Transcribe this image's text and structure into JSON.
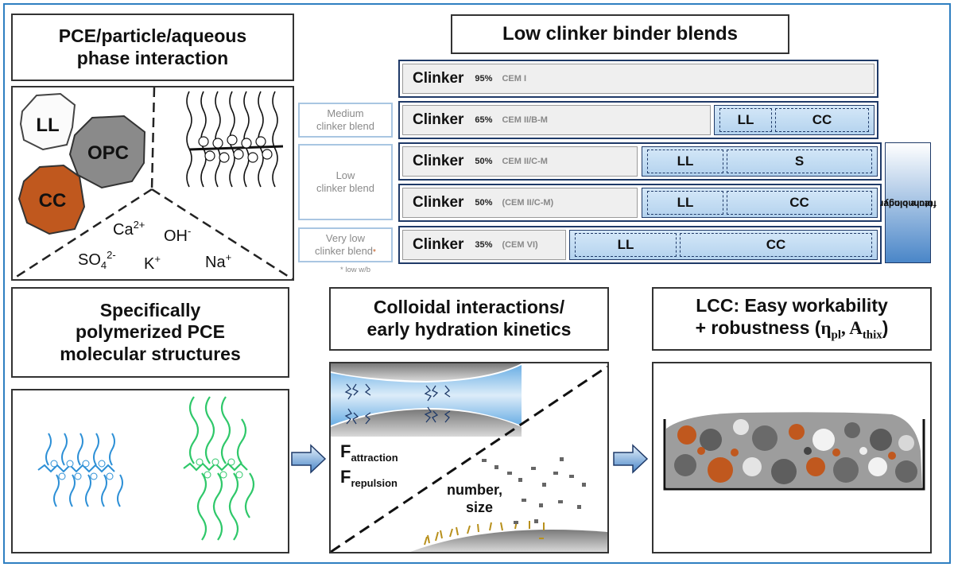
{
  "colors": {
    "frame": "#2f7fc1",
    "clinker_fill": "#efefef",
    "additive_fill": "#b3d2ee",
    "border_dark": "#1f3a68",
    "label_border": "#a9c6e2",
    "cc_orange": "#c0581e",
    "pce_blue": "#2c8fd6",
    "pce_green": "#2fc86a"
  },
  "titles": {
    "pce_line1": "PCE/particle/aqueous",
    "pce_line2": "phase interaction",
    "binder": "Low clinker binder blends",
    "polymer_line1": "Specifically",
    "polymer_line2": "polymerized PCE",
    "polymer_line3": "molecular structures",
    "colloid_line1": "Colloidal interactions/",
    "colloid_line2": "early hydration kinetics",
    "lcc_line1": "LCC: Easy workability",
    "lcc_line2_prefix": "+ robustness (",
    "lcc_eta": "η",
    "lcc_eta_sub": "pl",
    "lcc_sep": ", A",
    "lcc_a_sub": "thix",
    "lcc_close": ")"
  },
  "particles": {
    "ll": "LL",
    "opc": "OPC",
    "cc": "CC"
  },
  "ions": {
    "ca": "Ca",
    "ca_sup": "2+",
    "oh": "OH",
    "oh_sup": "-",
    "so": "SO",
    "so_sub": "4",
    "so_sup": "2-",
    "k": "K",
    "k_sup": "+",
    "na": "Na",
    "na_sup": "+"
  },
  "binder_rows": [
    {
      "clinker": "Clinker",
      "pct": "95%",
      "cem": "CEM I"
    },
    {
      "clinker": "Clinker",
      "pct": "65%",
      "cem": "CEM II/B-M",
      "add": [
        "LL",
        "CC"
      ]
    },
    {
      "clinker": "Clinker",
      "pct": "50%",
      "cem": "CEM II/C-M",
      "add": [
        "LL",
        "S"
      ]
    },
    {
      "clinker": "Clinker",
      "pct": "50%",
      "cem": "(CEM II/C-M)",
      "add": [
        "LL",
        "CC"
      ]
    },
    {
      "clinker": "Clinker",
      "pct": "35%",
      "cem": "(CEM VI)",
      "add": [
        "LL",
        "CC"
      ]
    }
  ],
  "blend_labels": {
    "medium_1": "Medium",
    "medium_2": "clinker blend",
    "low_1": "Low",
    "low_2": "clinker blend",
    "very_low_1": "Very low",
    "very_low_2": "clinker blend",
    "very_low_star": "*",
    "footnote": "* low w/b"
  },
  "future": {
    "line1": "future binder",
    "line2": "technology"
  },
  "forces": {
    "f": "F",
    "attraction": "attraction",
    "repulsion": "repulsion",
    "number_1": "number,",
    "number_2": "size"
  }
}
